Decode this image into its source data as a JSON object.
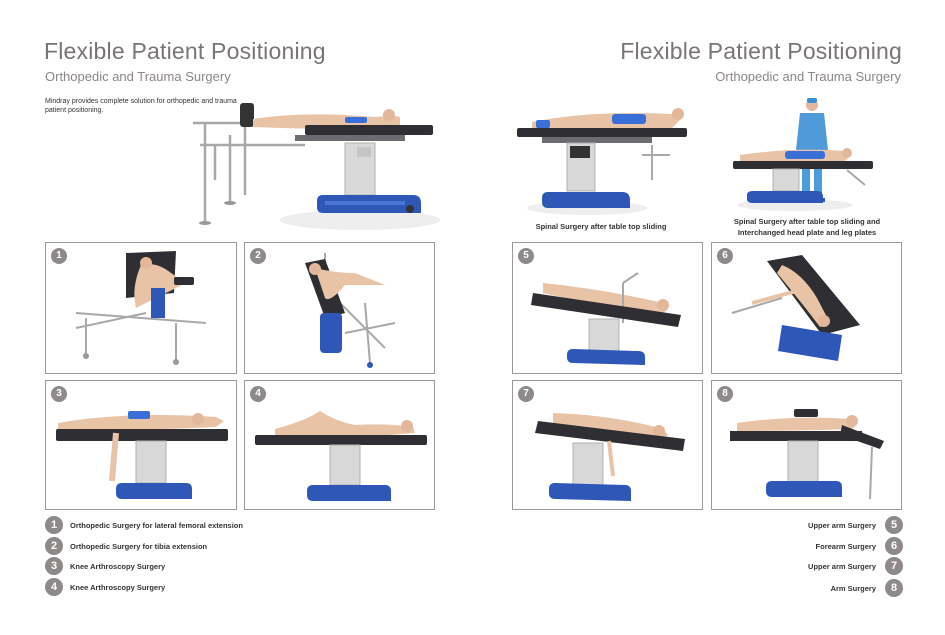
{
  "left_page": {
    "title": "Flexible Patient Positioning",
    "subtitle": "Orthopedic and Trauma Surgery",
    "intro": "Mindray provides complete solution for orthopedic and trauma patient positioning."
  },
  "right_page": {
    "title": "Flexible Patient Positioning",
    "subtitle": "Orthopedic and Trauma Surgery",
    "caption_1": "Spinal Surgery after table top sliding",
    "caption_2_line1": "Spinal Surgery after table top sliding and",
    "caption_2_line2": "Interchanged head plate and leg plates"
  },
  "panels": [
    {
      "number": "1"
    },
    {
      "number": "2"
    },
    {
      "number": "3"
    },
    {
      "number": "4"
    },
    {
      "number": "5"
    },
    {
      "number": "6"
    },
    {
      "number": "7"
    },
    {
      "number": "8"
    }
  ],
  "legend_left": [
    {
      "number": "1",
      "text": "Orthopedic Surgery for lateral femoral extension"
    },
    {
      "number": "2",
      "text": "Orthopedic Surgery for tibia extension"
    },
    {
      "number": "3",
      "text": "Knee Arthroscopy Surgery"
    },
    {
      "number": "4",
      "text": "Knee Arthroscopy Surgery"
    }
  ],
  "legend_right": [
    {
      "number": "5",
      "text": "Upper arm Surgery"
    },
    {
      "number": "6",
      "text": "Forearm Surgery"
    },
    {
      "number": "7",
      "text": "Upper arm Surgery"
    },
    {
      "number": "8",
      "text": "Arm Surgery"
    }
  ],
  "colors": {
    "heading": "#7a7474",
    "badge": "#8f8a8a",
    "table_top": "#2f2f33",
    "base_blue": "#2f57b8",
    "pad_blue": "#3a6fd8",
    "column": "#d8d8d8",
    "skin": "#e9c3a6"
  }
}
